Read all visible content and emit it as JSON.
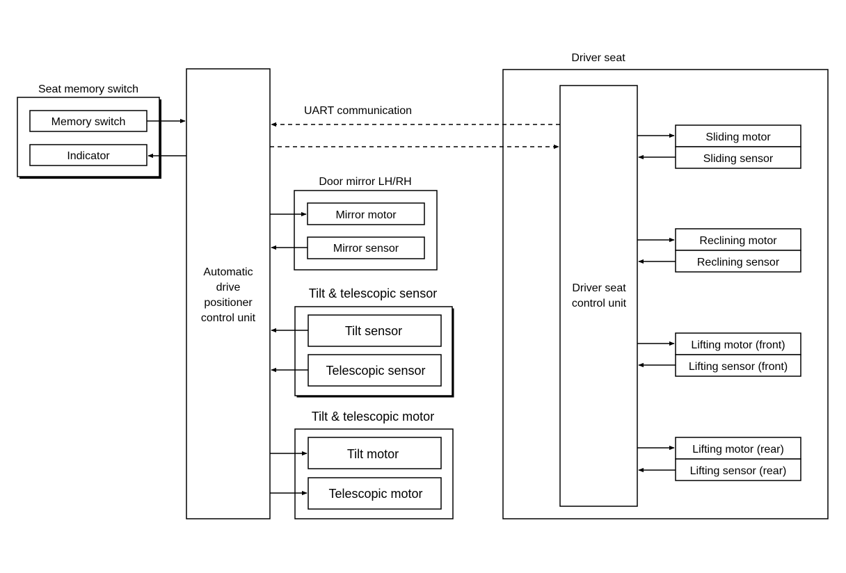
{
  "diagram": {
    "seat_memory_switch": {
      "title": "Seat memory switch",
      "memory_switch": "Memory switch",
      "indicator": "Indicator"
    },
    "adp_unit": {
      "line1": "Automatic",
      "line2": "drive",
      "line3": "positioner",
      "line4": "control unit"
    },
    "uart_label": "UART communication",
    "door_mirror": {
      "title": "Door mirror LH/RH",
      "mirror_motor": "Mirror motor",
      "mirror_sensor": "Mirror sensor"
    },
    "tilt_tele_sensor": {
      "title": "Tilt & telescopic sensor",
      "tilt_sensor": "Tilt sensor",
      "telescopic_sensor": "Telescopic sensor"
    },
    "tilt_tele_motor": {
      "title": "Tilt & telescopic motor",
      "tilt_motor": "Tilt motor",
      "telescopic_motor": "Telescopic motor"
    },
    "driver_seat": {
      "title": "Driver seat",
      "control_unit_line1": "Driver seat",
      "control_unit_line2": "control unit",
      "sliding_motor": "Sliding motor",
      "sliding_sensor": "Sliding sensor",
      "reclining_motor": "Reclining motor",
      "reclining_sensor": "Reclining sensor",
      "lifting_motor_front": "Lifting motor (front)",
      "lifting_sensor_front": "Lifting sensor (front)",
      "lifting_motor_rear": "Lifting motor (rear)",
      "lifting_sensor_rear": "Lifting sensor (rear)"
    }
  }
}
